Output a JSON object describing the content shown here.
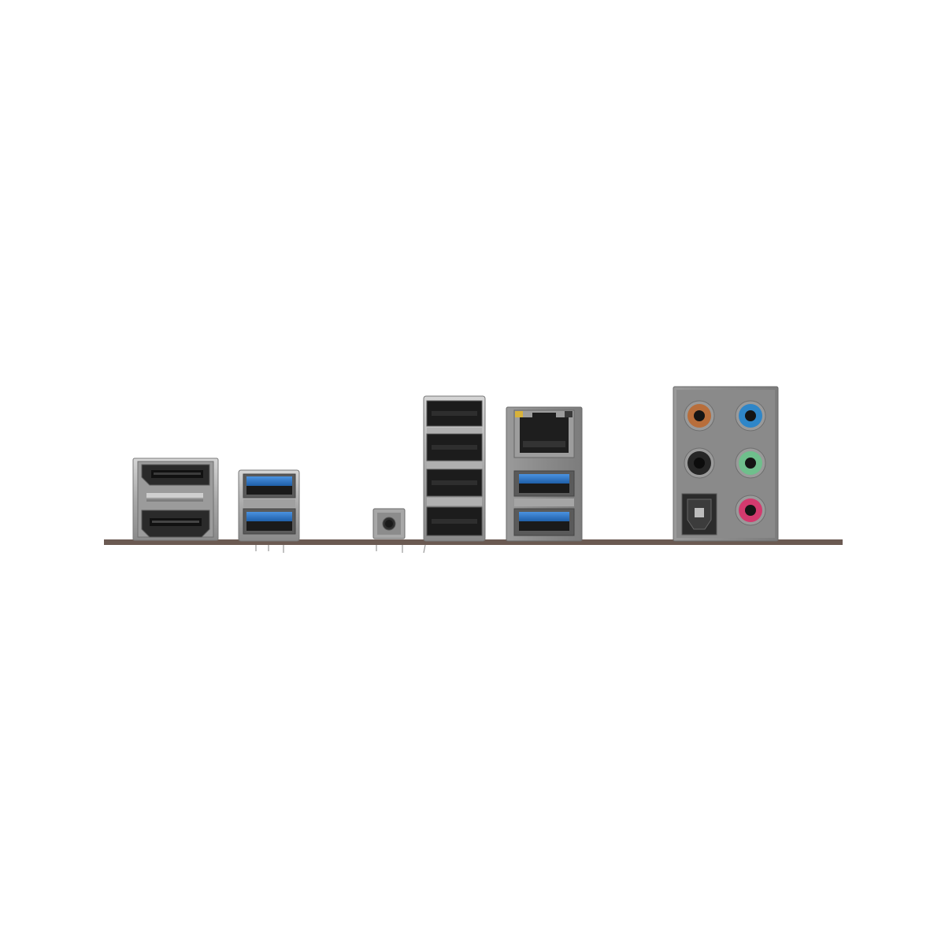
{
  "colors": {
    "background": "#ffffff",
    "pcb": "#6b5a52",
    "shield_gray": "#8e8e8e",
    "metal_light": "#c4c4c4",
    "metal_dark": "#3a3a3a",
    "usb3_blue": "#2f78c9",
    "usb2_black": "#1c1c1c",
    "audio_orange": "#b86e3b",
    "audio_blue": "#2f86c8",
    "audio_black": "#1f1f1f",
    "audio_green": "#6fbf8c",
    "audio_pink": "#d33a6e",
    "lan_led_yellow": "#d8b23a"
  },
  "ports": [
    {
      "name": "displayport",
      "icon": "displayport-port-icon"
    },
    {
      "name": "hdmi",
      "icon": "hdmi-port-icon"
    },
    {
      "name": "usb3-pair-left",
      "icon": "usb3-port-icon",
      "count": 2
    },
    {
      "name": "bios-flashback-button",
      "icon": "push-button-icon"
    },
    {
      "name": "usb2-stack",
      "icon": "usb2-port-icon",
      "count": 4
    },
    {
      "name": "lan-usb3-stack",
      "icon": "rj45-port-icon",
      "usb_count": 2
    },
    {
      "name": "audio-panel",
      "icon": "audio-jack-icon",
      "jacks": [
        "orange",
        "blue",
        "black",
        "green",
        "optical",
        "pink"
      ]
    }
  ]
}
